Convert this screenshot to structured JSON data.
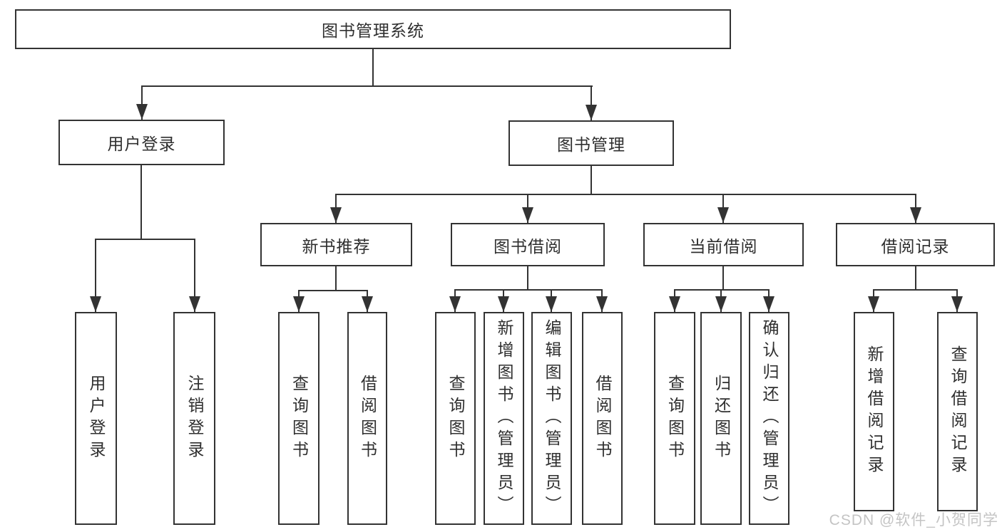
{
  "tree": {
    "label": "图书管理系统",
    "children": [
      {
        "label": "用户登录",
        "children": [
          {
            "label": "用户登录"
          },
          {
            "label": "注销登录"
          }
        ]
      },
      {
        "label": "图书管理",
        "children": [
          {
            "label": "新书推荐",
            "children": [
              {
                "label": "查询图书"
              },
              {
                "label": "借阅图书"
              }
            ]
          },
          {
            "label": "图书借阅",
            "children": [
              {
                "label": "查询图书"
              },
              {
                "label": "新增图书（管理员）"
              },
              {
                "label": "编辑图书（管理员）"
              },
              {
                "label": "借阅图书"
              }
            ]
          },
          {
            "label": "当前借阅",
            "children": [
              {
                "label": "查询图书"
              },
              {
                "label": "归还图书"
              },
              {
                "label": "确认归还（管理员）"
              }
            ]
          },
          {
            "label": "借阅记录",
            "children": [
              {
                "label": "新增借阅记录"
              },
              {
                "label": "查询借阅记录"
              }
            ]
          }
        ]
      }
    ]
  },
  "watermark": {
    "text": "CSDN @软件_小贺同学"
  },
  "colors": {
    "line": "#333333",
    "box_border": "#333333",
    "text": "#2f2f2f",
    "background": "#ffffff",
    "watermark": "#c4c4c4"
  }
}
